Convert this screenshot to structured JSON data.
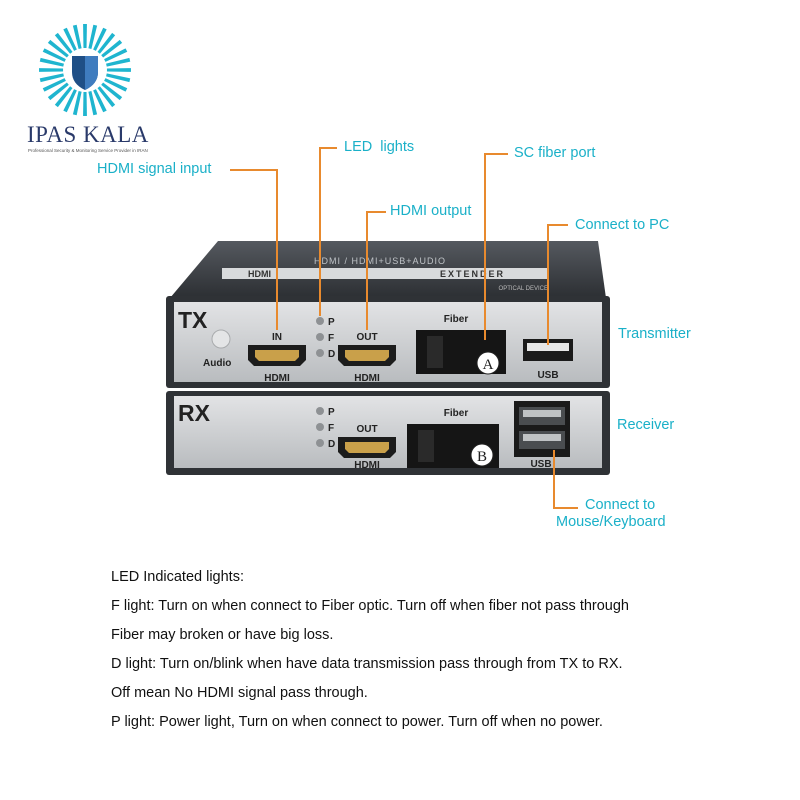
{
  "logo": {
    "brand": "IPAS KALA",
    "tagline": "Professional Security & Monitoring Service Provider in IRAN"
  },
  "device": {
    "top_label": "HDMI / HDMI+USB+AUDIO",
    "band_left": "HDMI",
    "band_right": "EXTENDER",
    "optical_label": "OPTICAL DEVICE",
    "tx": {
      "unit_label": "TX",
      "audio_label": "Audio",
      "hdmi_in_label": "IN",
      "hdmi_in_caption": "HDMI",
      "led_p": "P",
      "led_f": "F",
      "led_d": "D",
      "hdmi_out_label": "OUT",
      "hdmi_out_caption": "HDMI",
      "fiber_label": "Fiber",
      "port_marker": "A",
      "usb_label": "USB"
    },
    "rx": {
      "unit_label": "RX",
      "led_p": "P",
      "led_f": "F",
      "led_d": "D",
      "hdmi_out_label": "OUT",
      "hdmi_out_caption": "HDMI",
      "fiber_label": "Fiber",
      "port_marker": "B",
      "usb_label": "USB"
    }
  },
  "callouts": {
    "hdmi_signal_input": "HDMI signal input",
    "led_lights": "LED  lights",
    "sc_fiber_port": "SC fiber port",
    "hdmi_output": "HDMI output",
    "connect_to_pc": "Connect to PC",
    "transmitter": "Transmitter",
    "receiver": "Receiver",
    "connect_to_line1": "Connect to",
    "connect_to_line2": "Mouse/Keyboard"
  },
  "notes": [
    "LED Indicated lights:",
    "F light: Turn on when connect to Fiber optic. Turn off when fiber not pass through",
    "Fiber may broken or have big loss.",
    "D light: Turn on/blink when have data transmission pass through from TX to RX.",
    "Off mean No HDMI signal pass through.",
    "P light: Power light, Turn on when connect to power. Turn off when no power."
  ],
  "colors": {
    "callout_text": "#1ab0c8",
    "leader_line": "#e88a2e",
    "enclosure": "#3a3d42",
    "faceplate": "#cfd1d3",
    "logo": "#1fb5cf"
  }
}
